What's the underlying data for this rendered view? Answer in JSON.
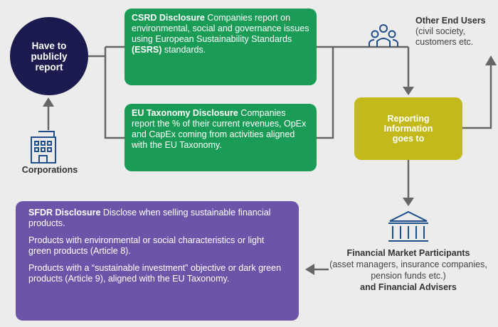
{
  "colors": {
    "background": "#ececec",
    "navy": "#1b1b4f",
    "green": "#1a9c56",
    "olive": "#c3b91a",
    "purple": "#6c55a8",
    "connector": "#666666",
    "icon_blue": "#1f4e8c"
  },
  "icons": {
    "corporations": "office-building-icon",
    "other_users": "people-group-icon",
    "financial": "bank-columns-icon"
  },
  "report_circle": {
    "text": "Have to\npublicly\nreport"
  },
  "corporations": {
    "label": "Corporations"
  },
  "csrd": {
    "title": "CSRD Disclosure",
    "text_a": " Companies report on environmental, social and governance issues using European Sustainability Standards ",
    "abbr": "(ESRS)",
    "text_b": " standards."
  },
  "taxonomy": {
    "title": "EU Taxonomy Disclosure",
    "text": " Companies report the % of their current revenues, OpEx and CapEx coming from activities aligned with the EU Taxonomy."
  },
  "reporting": {
    "text": "Reporting\nInformation\ngoes to"
  },
  "other_users": {
    "title": "Other End Users",
    "text": " (civil society, customers etc."
  },
  "sfdr": {
    "title": "SFDR Disclosure",
    "intro": " Disclose when selling sustainable financial products.",
    "p2": "Products with environmental or social characteristics or light green products (Article 8).",
    "p3": "Products with a “sustainable investment” objective or dark green products (Article 9), aligned with the EU Taxonomy."
  },
  "fmp": {
    "title": "Financial Market Participants",
    "text": "(asset managers, insurance companies, pension funds etc.)",
    "advisers": "and Financial Advisers"
  }
}
